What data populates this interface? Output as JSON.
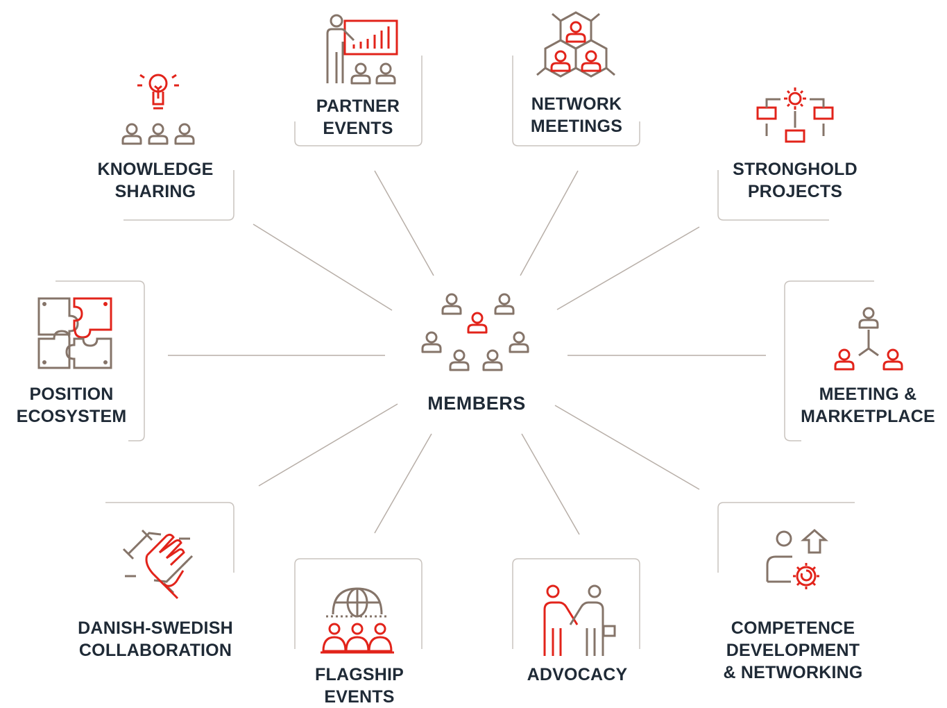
{
  "colors": {
    "red": "#e2231a",
    "gray": "#857469",
    "frame": "#c9c3be",
    "text": "#1f2a36"
  },
  "center": {
    "label": "MEMBERS",
    "icon": "members-group-icon"
  },
  "nodes": [
    {
      "id": "knowledge-sharing",
      "lines": [
        "KNOWLEDGE",
        "SHARING"
      ],
      "icon": "lightbulb-audience-icon"
    },
    {
      "id": "partner-events",
      "lines": [
        "PARTNER",
        "EVENTS"
      ],
      "icon": "presenter-chart-icon"
    },
    {
      "id": "network-meetings",
      "lines": [
        "NETWORK",
        "MEETINGS"
      ],
      "icon": "hexagon-network-icon"
    },
    {
      "id": "stronghold-projects",
      "lines": [
        "STRONGHOLD",
        "PROJECTS"
      ],
      "icon": "gear-flowchart-icon"
    },
    {
      "id": "position-ecosystem",
      "lines": [
        "POSITION",
        "ECOSYSTEM"
      ],
      "icon": "puzzle-icon"
    },
    {
      "id": "meeting-marketplace",
      "lines": [
        "MEETING &",
        "MARKETPLACE"
      ],
      "icon": "org-hierarchy-icon"
    },
    {
      "id": "danish-swedish-collaboration",
      "lines": [
        "DANISH-SWEDISH",
        "COLLABORATION"
      ],
      "icon": "hands-chain-icon"
    },
    {
      "id": "flagship-events",
      "lines": [
        "FLAGSHIP",
        "EVENTS"
      ],
      "icon": "globe-people-icon"
    },
    {
      "id": "advocacy",
      "lines": [
        "ADVOCACY"
      ],
      "icon": "handshake-icon"
    },
    {
      "id": "competence-development",
      "lines": [
        "COMPETENCE",
        "DEVELOPMENT",
        "& NETWORKING"
      ],
      "icon": "person-gear-arrow-icon"
    }
  ]
}
